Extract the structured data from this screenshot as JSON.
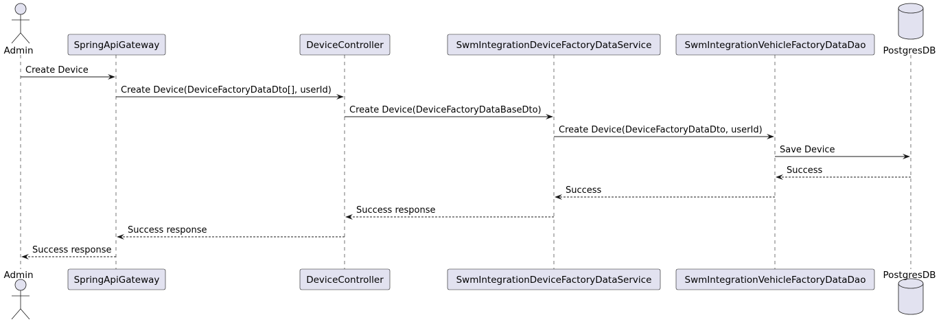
{
  "participants": [
    {
      "id": "admin",
      "label": "Admin",
      "kind": "actor"
    },
    {
      "id": "gateway",
      "label": "SpringApiGateway",
      "kind": "participant"
    },
    {
      "id": "controller",
      "label": "DeviceController",
      "kind": "participant"
    },
    {
      "id": "service",
      "label": "SwmIntegrationDeviceFactoryDataService",
      "kind": "participant"
    },
    {
      "id": "dao",
      "label": "SwmIntegrationVehicleFactoryDataDao",
      "kind": "participant"
    },
    {
      "id": "db",
      "label": "PostgresDB",
      "kind": "database"
    }
  ],
  "messages": [
    {
      "from": "admin",
      "to": "gateway",
      "label": "Create Device",
      "style": "solid"
    },
    {
      "from": "gateway",
      "to": "controller",
      "label": "Create Device(DeviceFactoryDataDto[], userId)",
      "style": "solid"
    },
    {
      "from": "controller",
      "to": "service",
      "label": "Create Device(DeviceFactoryDataBaseDto)",
      "style": "solid"
    },
    {
      "from": "service",
      "to": "dao",
      "label": "Create Device(DeviceFactoryDataDto, userId)",
      "style": "solid"
    },
    {
      "from": "dao",
      "to": "db",
      "label": "Save Device",
      "style": "solid"
    },
    {
      "from": "db",
      "to": "dao",
      "label": "Success",
      "style": "dashed"
    },
    {
      "from": "dao",
      "to": "service",
      "label": "Success",
      "style": "dashed"
    },
    {
      "from": "service",
      "to": "controller",
      "label": "Success response",
      "style": "dashed"
    },
    {
      "from": "controller",
      "to": "gateway",
      "label": "Success response",
      "style": "dashed"
    },
    {
      "from": "gateway",
      "to": "admin",
      "label": "Success response",
      "style": "dashed"
    }
  ],
  "colors": {
    "participant_fill": "#E2E2F0",
    "stroke": "#181818",
    "background": "#FFFFFF"
  }
}
